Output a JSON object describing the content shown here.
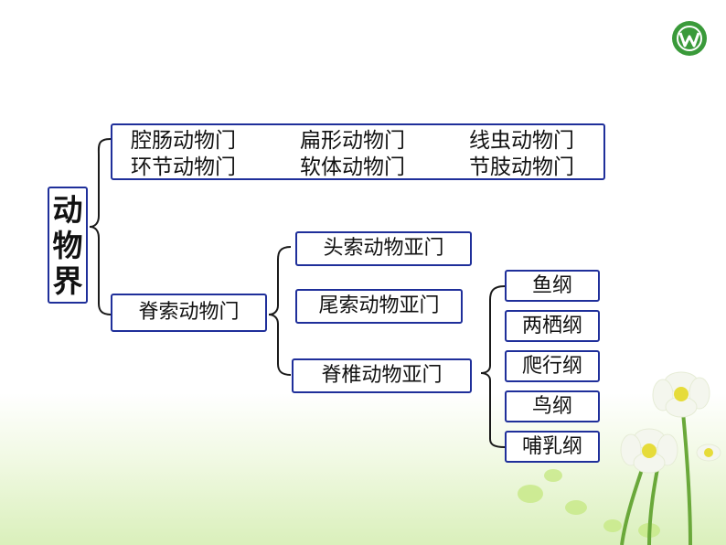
{
  "root": {
    "chars": [
      "动",
      "物",
      "界"
    ]
  },
  "invertebrates": {
    "row1": [
      "腔肠动物门",
      "扁形动物门",
      "线虫动物门"
    ],
    "row2": [
      "环节动物门",
      "软体动物门",
      "节肢动物门"
    ]
  },
  "chordata": {
    "label": "脊索动物门"
  },
  "subphyla": [
    "头索动物亚门",
    "尾索动物亚门",
    "脊椎动物亚门"
  ],
  "classes": [
    "鱼纲",
    "两栖纲",
    "爬行纲",
    "鸟纲",
    "哺乳纲"
  ],
  "colors": {
    "border": "#1f2f9a",
    "brace": "#1a1a1a",
    "logo": "#3a9a3a"
  }
}
